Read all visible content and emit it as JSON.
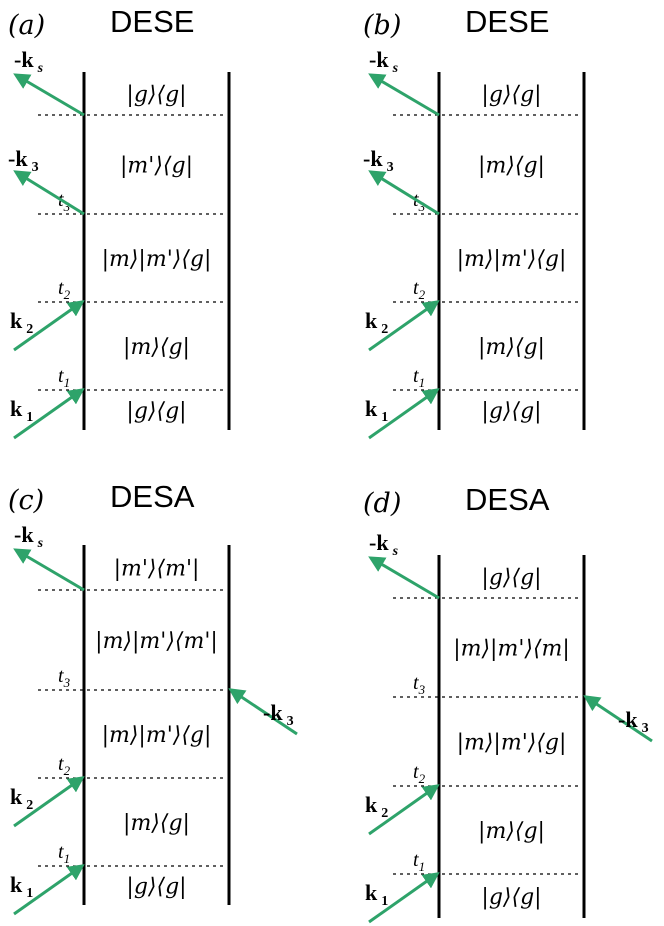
{
  "colors": {
    "arrow": "#2ea36a",
    "line": "#000000"
  },
  "panels": [
    {
      "label": "(a)",
      "title": "DESE",
      "states": [
        "|g⟩⟨g|",
        "|m'⟩⟨g|",
        "|m⟩|m'⟩⟨g|",
        "|m⟩⟨g|",
        "|g⟩⟨g|"
      ],
      "times": [
        {
          "base": "t",
          "sub": "3"
        },
        {
          "base": "t",
          "sub": "2"
        },
        {
          "base": "t",
          "sub": "1"
        }
      ],
      "fields": [
        {
          "pre": "-",
          "k": "k",
          "sub": "s",
          "subItalic": true
        },
        {
          "pre": "-",
          "k": "k",
          "sub": "3",
          "subItalic": false
        },
        {
          "pre": "",
          "k": "k",
          "sub": "2",
          "subItalic": false
        },
        {
          "pre": "",
          "k": "k",
          "sub": "1",
          "subItalic": false
        }
      ]
    },
    {
      "label": "(b)",
      "title": "DESE",
      "states": [
        "|g⟩⟨g|",
        "|m⟩⟨g|",
        "|m⟩|m'⟩⟨g|",
        "|m⟩⟨g|",
        "|g⟩⟨g|"
      ],
      "times": [
        {
          "base": "t",
          "sub": "3"
        },
        {
          "base": "t",
          "sub": "2"
        },
        {
          "base": "t",
          "sub": "1"
        }
      ],
      "fields": [
        {
          "pre": "-",
          "k": "k",
          "sub": "s",
          "subItalic": true
        },
        {
          "pre": "-",
          "k": "k",
          "sub": "3",
          "subItalic": false
        },
        {
          "pre": "",
          "k": "k",
          "sub": "2",
          "subItalic": false
        },
        {
          "pre": "",
          "k": "k",
          "sub": "1",
          "subItalic": false
        }
      ]
    },
    {
      "label": "(c)",
      "title": "DESA",
      "states": [
        "|m'⟩⟨m'|",
        "|m⟩|m'⟩⟨m'|",
        "|m⟩|m'⟩⟨g|",
        "|m⟩⟨g|",
        "|g⟩⟨g|"
      ],
      "times": [
        {
          "base": "t",
          "sub": "3"
        },
        {
          "base": "t",
          "sub": "2"
        },
        {
          "base": "t",
          "sub": "1"
        }
      ],
      "fields": [
        {
          "pre": "-",
          "k": "k",
          "sub": "s",
          "subItalic": true
        },
        {
          "pre": "-",
          "k": "k",
          "sub": "3",
          "subItalic": false
        },
        {
          "pre": "",
          "k": "k",
          "sub": "2",
          "subItalic": false
        },
        {
          "pre": "",
          "k": "k",
          "sub": "1",
          "subItalic": false
        }
      ]
    },
    {
      "label": "(d)",
      "title": "DESA",
      "states": [
        "|g⟩⟨g|",
        "|m⟩|m'⟩⟨m|",
        "|m⟩|m'⟩⟨g|",
        "|m⟩⟨g|",
        "|g⟩⟨g|"
      ],
      "times": [
        {
          "base": "t",
          "sub": "3"
        },
        {
          "base": "t",
          "sub": "2"
        },
        {
          "base": "t",
          "sub": "1"
        }
      ],
      "fields": [
        {
          "pre": "-",
          "k": "k",
          "sub": "s",
          "subItalic": true
        },
        {
          "pre": "-",
          "k": "k",
          "sub": "3",
          "subItalic": false
        },
        {
          "pre": "",
          "k": "k",
          "sub": "2",
          "subItalic": false
        },
        {
          "pre": "",
          "k": "k",
          "sub": "1",
          "subItalic": false
        }
      ]
    }
  ]
}
